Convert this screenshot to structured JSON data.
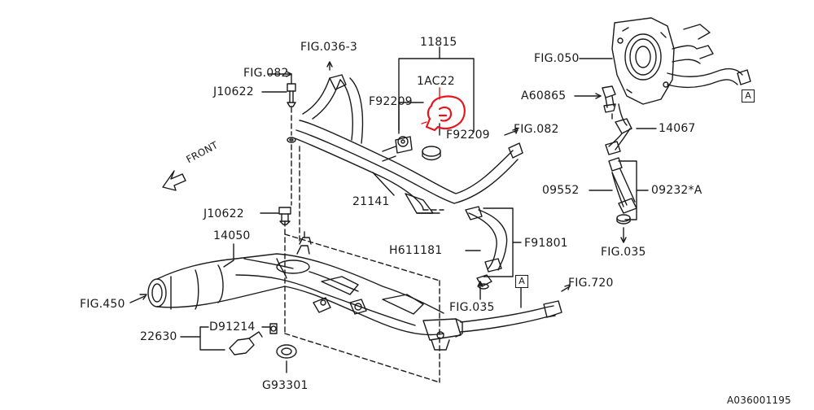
{
  "drawing_id": "A036001195",
  "front_label": "FRONT",
  "callouts": {
    "fig036_3": "FIG.036-3",
    "fig082_left": "FIG.082",
    "j10622_top": "J10622",
    "p11815": "11815",
    "p1ac22": "1AC22",
    "f92209_left": "F92209",
    "f92209_right": "F92209",
    "fig082_right": "FIG.082",
    "p21141": "21141",
    "j10622_mid": "J10622",
    "p14050": "14050",
    "h611181": "H611181",
    "f91801": "F91801",
    "fig450": "FIG.450",
    "d91214": "D91214",
    "p22630": "22630",
    "g93301": "G93301",
    "fig035_bottom": "FIG.035",
    "fig720": "FIG.720",
    "fig050": "FIG.050",
    "a60865": "A60865",
    "p14067": "14067",
    "p09552": "09552",
    "p09232a": "09232*A",
    "fig035_right": "FIG.035"
  },
  "ref_markers": {
    "a_right": "A",
    "a_lower": "A"
  },
  "colors": {
    "line": "#1a1a1a",
    "highlight": "#e8141b",
    "background": "#ffffff"
  }
}
